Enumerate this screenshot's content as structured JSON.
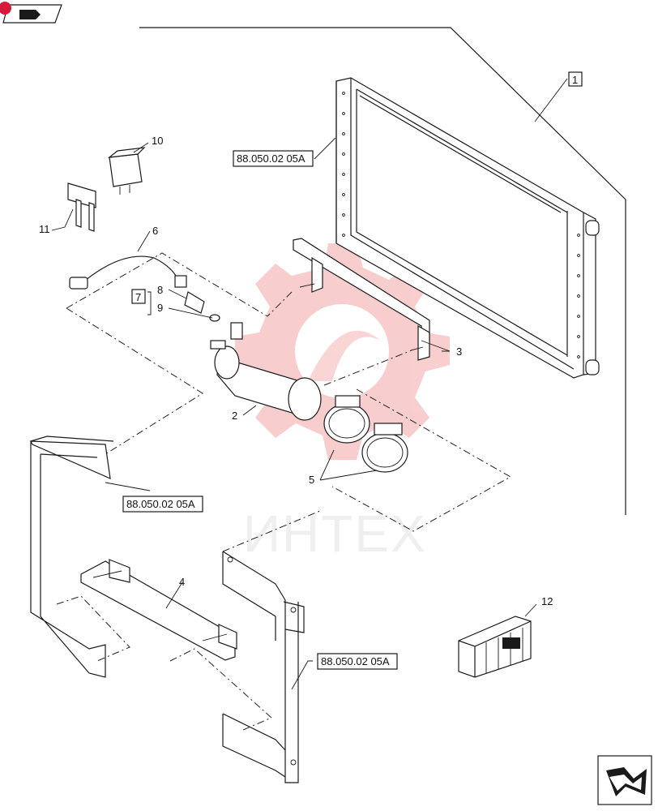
{
  "callouts": {
    "c1": "1",
    "c2": "2",
    "c3": "3",
    "c4": "4",
    "c5": "5",
    "c6": "6",
    "c7": "7",
    "c8": "8",
    "c9": "9",
    "c10": "10",
    "c11": "11",
    "c12": "12"
  },
  "references": {
    "ref_radiator": "88.050.02 05A",
    "ref_frame_left": "88.050.02 05A",
    "ref_frame_right": "88.050.02 05A"
  },
  "watermark": {
    "text": "ИНТЕХ",
    "color": "#f4a6a6"
  },
  "icons": {
    "top_left": "pen-arrow-icon",
    "bottom_right": "return-arrow-icon"
  }
}
